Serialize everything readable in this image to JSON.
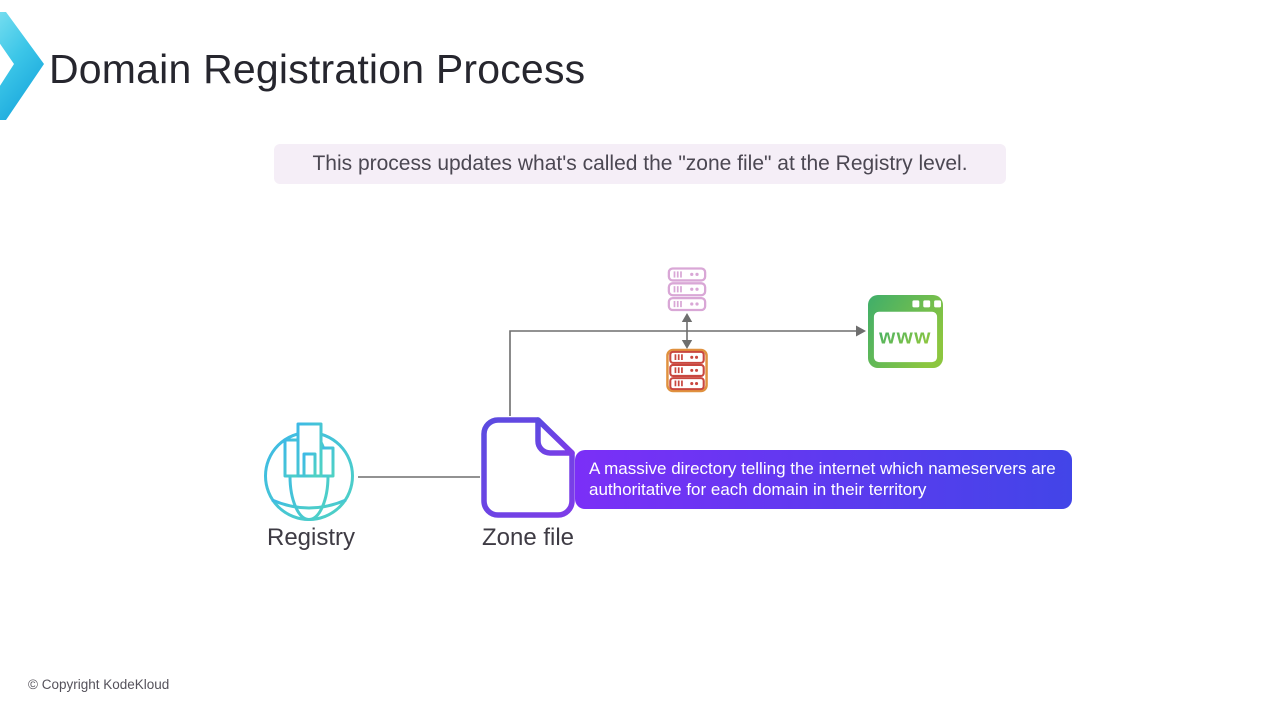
{
  "header": {
    "title": "Domain Registration Process"
  },
  "note": {
    "text": "This process updates what's called the \"zone file\" at the Registry level."
  },
  "diagram": {
    "registry_label": "Registry",
    "zone_file_label": "Zone file",
    "www_label": "www",
    "callout_text": "A massive directory telling the internet which nameservers are authoritative for each domain in their territory"
  },
  "footer": {
    "copyright": "© Copyright KodeKloud"
  },
  "icons": {
    "logo": "kodekloud-chevron-icon",
    "registry": "globe-buildings-icon",
    "zone_file": "document-file-icon",
    "nameserver_top": "server-rack-icon (pink)",
    "nameserver_bottom": "server-rack-icon (orange-red)",
    "website": "browser-window-www-icon"
  },
  "colors": {
    "title_text": "#26262e",
    "note_bg": "#f5eef7",
    "note_text": "#4b4752",
    "logo_cyan_light": "#8ae6f2",
    "logo_cyan_dark": "#18a6dc",
    "registry_teal": "#45c6d8",
    "zone_purple": "#6d45e3",
    "server_pink": "#d9a7d6",
    "server_orange": "#e0913f",
    "server_red": "#c9473f",
    "www_green_dark": "#3fae6a",
    "www_green_light": "#8cc63f",
    "callout_gradient_start": "#7b2ff7",
    "callout_gradient_end": "#4245e8",
    "connector_gray": "#6e6e6e",
    "footer_text": "#55525b"
  }
}
